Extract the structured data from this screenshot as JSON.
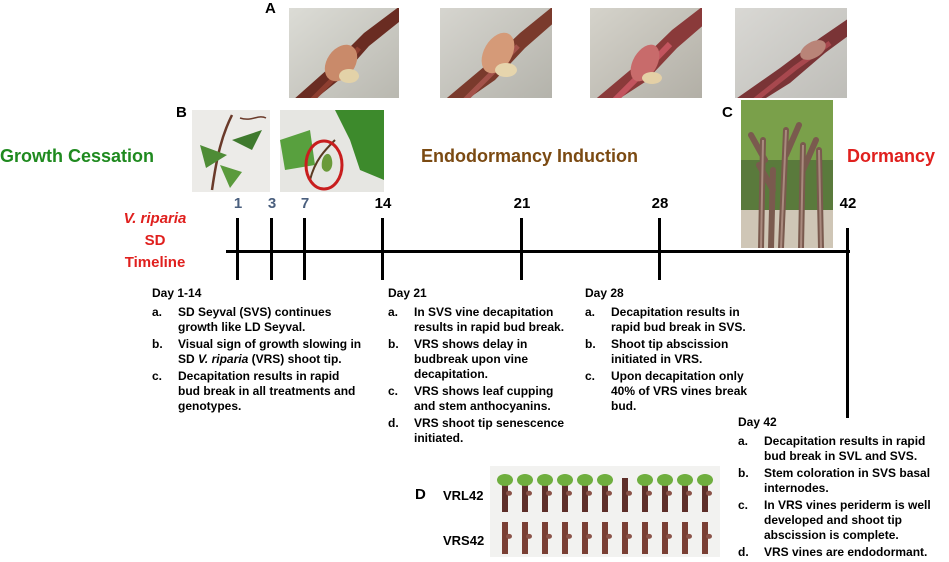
{
  "panel_letters": {
    "a": "A",
    "b": "B",
    "c": "C",
    "d": "D"
  },
  "headings": {
    "growth_cessation": "Growth Cessation",
    "endodormancy_induction": "Endodormancy Induction",
    "dormancy": "Dormancy"
  },
  "timeline_label": {
    "line1": "V. riparia",
    "line2": "SD",
    "line3": "Timeline"
  },
  "ticks": [
    "1",
    "3",
    "7",
    "14",
    "21",
    "28",
    "42"
  ],
  "notes": {
    "day1_14": {
      "title": "Day 1-14",
      "items": [
        {
          "letter": "a.",
          "text": "SD Seyval (SVS) continues growth like LD Seyval."
        },
        {
          "letter": "b.",
          "text_before": "Visual sign of growth slowing in SD ",
          "italic": "V. riparia",
          "text_after": " (VRS) shoot tip."
        },
        {
          "letter": "c.",
          "text": "Decapitation results in rapid bud break in all treatments and genotypes."
        }
      ]
    },
    "day21": {
      "title": "Day 21",
      "items": [
        {
          "letter": "a.",
          "text": "In SVS vine decapitation results in rapid bud break."
        },
        {
          "letter": "b.",
          "text": "VRS shows delay in budbreak upon vine decapitation."
        },
        {
          "letter": "c.",
          "text": "VRS shows leaf cupping and stem anthocyanins."
        },
        {
          "letter": "d.",
          "text": "VRS shoot tip senescence initiated."
        }
      ]
    },
    "day28": {
      "title": "Day 28",
      "items": [
        {
          "letter": "a.",
          "text": "Decapitation results in rapid bud break in SVS."
        },
        {
          "letter": "b.",
          "text": "Shoot tip abscission initiated in VRS."
        },
        {
          "letter": "c.",
          "text": "Upon decapitation only 40% of VRS vines break bud."
        }
      ]
    },
    "day42": {
      "title": "Day 42",
      "items": [
        {
          "letter": "a.",
          "text": "Decapitation results in rapid bud break in SVL and SVS."
        },
        {
          "letter": "b.",
          "text": "Stem coloration in SVS basal internodes."
        },
        {
          "letter": "c.",
          "text": "In VRS vines periderm is well developed and shoot tip abscission is complete."
        },
        {
          "letter": "d.",
          "text": "VRS vines are endodormant."
        }
      ]
    }
  },
  "row_labels": {
    "vrl42": "VRL42",
    "vrs42": "VRS42"
  },
  "colors": {
    "green": "#1f8a1f",
    "brown": "#7b4a12",
    "red": "#e0201e",
    "tick_blue": "#4a5f7e",
    "circle": "#c81e1e"
  }
}
